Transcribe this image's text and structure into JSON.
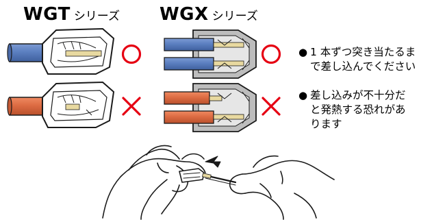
{
  "series": {
    "wgt": {
      "code": "WGT",
      "suffix": "シリーズ"
    },
    "wgx": {
      "code": "WGX",
      "suffix": "シリーズ"
    }
  },
  "marks": {
    "ok": "○",
    "ng": "×"
  },
  "notes": [
    {
      "bullet": "●",
      "text": "1 本ずつ突き当たるま\nで差し込んでください"
    },
    {
      "bullet": "●",
      "text": "差し込みが不十分だ\nと発熱する恐れがあ\nります"
    }
  ],
  "colors": {
    "blue_wire": "#5b7fc0",
    "orange_wire": "#dd6c43",
    "mark_red": "#e60012",
    "connector_fill": "#ffffff",
    "connector_gray": "#bdbdbd",
    "outline": "#1a1a1a",
    "brass": "#e8d9a0"
  },
  "icons": {
    "ok_mark": "circle-mark",
    "ng_mark": "cross-mark"
  }
}
